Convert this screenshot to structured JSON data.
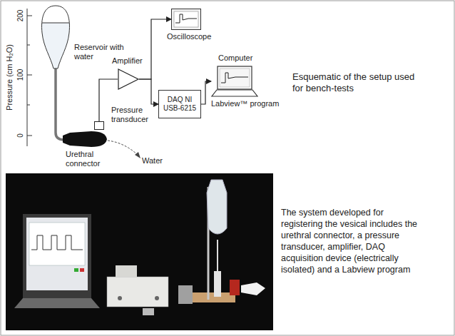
{
  "diagram": {
    "nodes": [
      {
        "text": [
          "Reservoir with water"
        ]
      },
      {
        "text": [
          "Urethral connector"
        ]
      },
      {
        "text": [
          "Pressure transducer"
        ]
      },
      {
        "text": [
          "Amplifier"
        ]
      },
      {
        "text": [
          "Oscilloscope"
        ]
      },
      {
        "text": [
          "DAQ NI USB-6215"
        ]
      },
      {
        "text": [
          "Computer",
          "Labview™ program"
        ]
      }
    ],
    "edges": [
      {
        "from": 0,
        "to": 1,
        "arrow": "none"
      },
      {
        "from": 2,
        "to": 3,
        "arrow": "none"
      },
      {
        "from": 3,
        "to": 4,
        "arrow": "to"
      },
      {
        "from": 3,
        "to": 5,
        "arrow": "to"
      },
      {
        "from": 5,
        "to": 6,
        "arrow": "to"
      }
    ],
    "labels": [
      "Pressure (cm H₂O)",
      "200",
      "100",
      "0",
      "Water",
      "Esquematic of the setup used for bench-tests",
      "The system developed for registering the vesical includes the urethral connector, a pressure transducer, amplifier, DAQ acquisition device (electrically isolated) and a Labview program"
    ]
  }
}
